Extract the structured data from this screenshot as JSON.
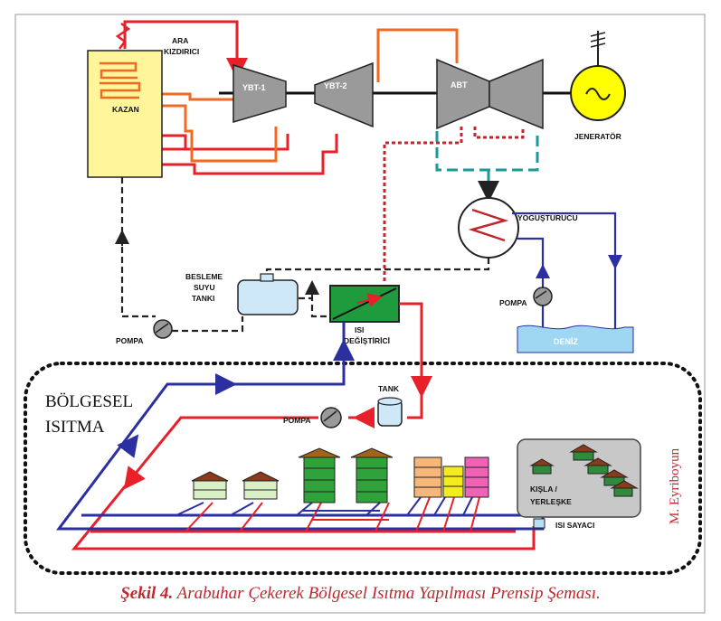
{
  "labels": {
    "ara_line1": "ARA",
    "ara_line2": "KIZDIRICI",
    "kazan": "KAZAN",
    "ybt1": "YBT-1",
    "ybt2": "YBT-2",
    "abt": "ABT",
    "jenerator": "JENERATÖR",
    "yogusturucu": "YOGUŞTURUCU",
    "besleme_line1": "BESLEME",
    "besleme_line2": "SUYU",
    "besleme_line3": "TANKI",
    "pompa_left": "POMPA",
    "pompa_right": "POMPA",
    "pompa_lower": "POMPA",
    "isi_line1": "ISI",
    "isi_line2": "DEĞİŞTİRİCİ",
    "deniz": "DENİZ",
    "tank": "TANK",
    "bolgesel_line1": "BÖLGESEL",
    "bolgesel_line2": "ISITMA",
    "kisla_line1": "KIŞLA /",
    "kisla_line2": "YERLEŞKE",
    "isi_sayaci": "ISI SAYACI",
    "signature": "M. Eyriboyun"
  },
  "caption": {
    "prefix": "Şekil 4.",
    "text": " Arabuhar Çekerek Bölgesel Isıtma Yapılması Prensip Şeması."
  },
  "colors": {
    "hot_line": "#e8202a",
    "superheat_line": "#f26a21",
    "cold_line": "#2b2fa0",
    "dashed_line": "#222222",
    "cooling_dash": "#1a9a9a",
    "boiler": "#fff59a",
    "turbine": "#9a9a9a",
    "generator": "#ffff00",
    "heat_exchanger": "#1f9a3c",
    "sea": "#9fd6f2",
    "caption": "#c2262e"
  }
}
